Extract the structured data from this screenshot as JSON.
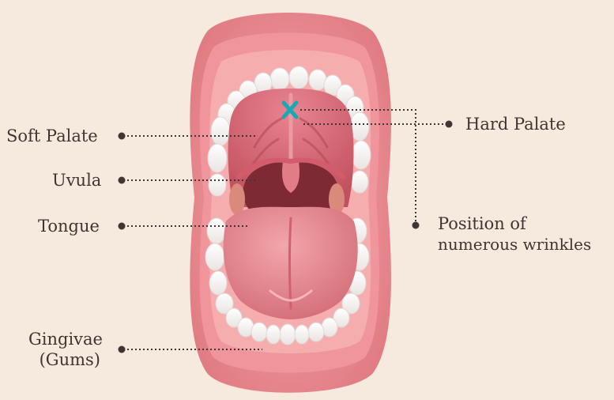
{
  "labels": {
    "soft_palate": "Soft Palate",
    "uvula": "Uvula",
    "tongue": "Tongue",
    "gingivae_line1": "Gingivae",
    "gingivae_line2": "(Gums)",
    "hard_palate": "Hard Palate",
    "wrinkles_line1": "Position of",
    "wrinkles_line2": "numerous wrinkles"
  },
  "colors": {
    "background": "#f6e9dd",
    "lips": "#e88a8f",
    "gums": "#f2a4a6",
    "palate": "#d96873",
    "throat": "#7d2a34",
    "tongue": "#e58b91",
    "teeth": "#ffffff",
    "marker": "#1aa8b5",
    "leader": "#3d3634"
  }
}
